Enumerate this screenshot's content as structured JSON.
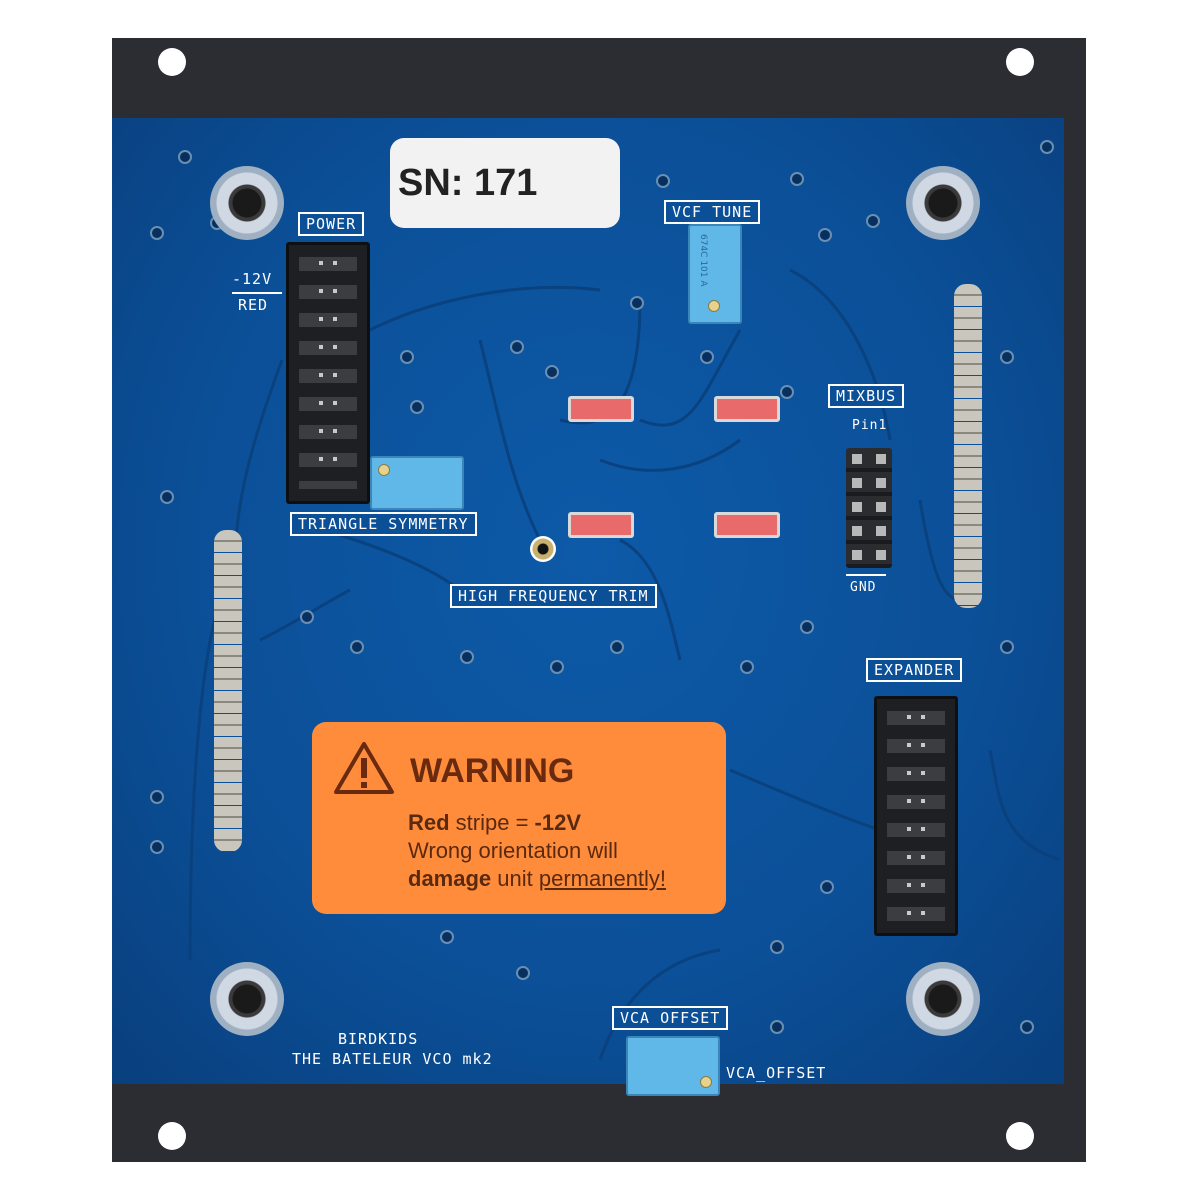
{
  "serial_label": "SN:  171",
  "silkscreen": {
    "power": "POWER",
    "minus12v": "-12V",
    "red": "RED",
    "vcf_tune": "VCF TUNE",
    "mixbus": "MIXBUS",
    "pin1": "Pin1",
    "gnd": "GND",
    "triangle_symmetry": "TRIANGLE SYMMETRY",
    "high_frequency_trim": "HIGH FREQUENCY TRIM",
    "expander": "EXPANDER",
    "vca_offset_box": "VCA OFFSET",
    "vca_offset_net": "VCA_OFFSET",
    "brand": "BIRDKIDS",
    "product": "THE BATELEUR VCO mk2"
  },
  "warning": {
    "title": "WARNING",
    "line1_bold_red": "Red",
    "line1_rest": " stripe = ",
    "line1_bold_value": "-12V",
    "line2": "Wrong orientation will",
    "line3_bold": "damage",
    "line3_mid": " unit ",
    "line3_underline": "permanently!"
  },
  "trimmer_marking": "674C 101 A",
  "colors": {
    "pcb": "#0b4f97",
    "panel": "#2b2d33",
    "warning_label": "#ff8c3a",
    "trimmer": "#5fb8e8",
    "resistor": "#e86a6a"
  }
}
